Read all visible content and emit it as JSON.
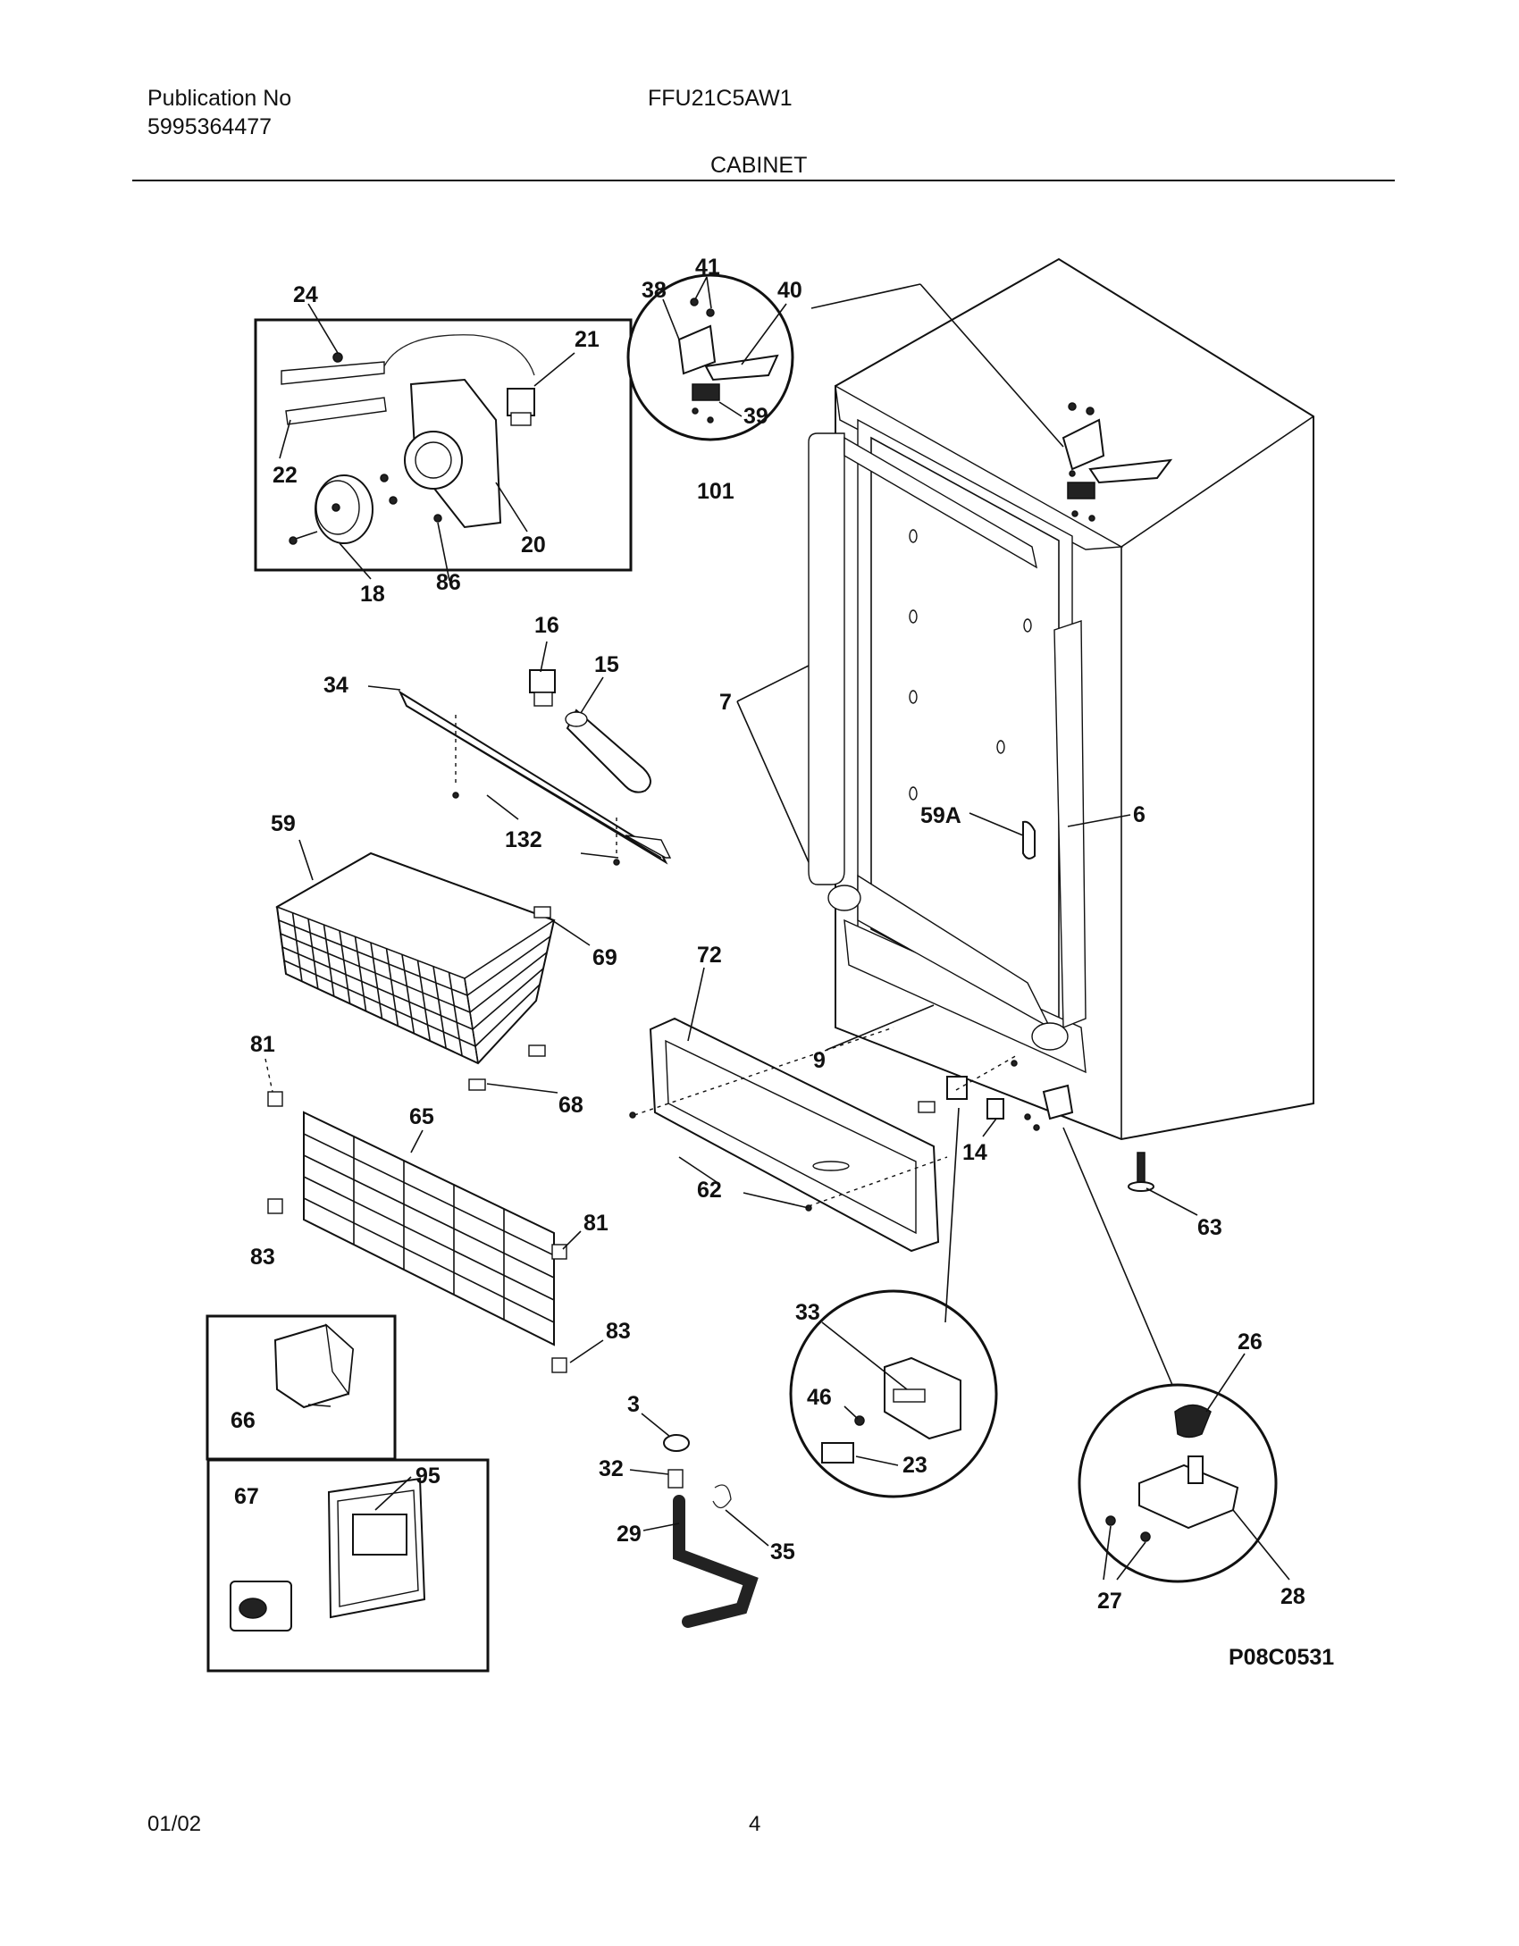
{
  "header": {
    "publication_label": "Publication No",
    "publication_number": "5995364477",
    "model": "FFU21C5AW1",
    "section": "CABINET"
  },
  "diagram_code": "P08C0531",
  "footer": {
    "date": "01/02",
    "page": "4"
  },
  "callouts": [
    "24",
    "21",
    "22",
    "18",
    "86",
    "20",
    "41",
    "38",
    "40",
    "39",
    "101",
    "16",
    "15",
    "34",
    "132",
    "7",
    "59A",
    "6",
    "59",
    "69",
    "72",
    "9",
    "81",
    "68",
    "65",
    "62",
    "14",
    "63",
    "83",
    "81",
    "83",
    "66",
    "67",
    "95",
    "33",
    "46",
    "23",
    "3",
    "32",
    "29",
    "35",
    "26",
    "27",
    "28"
  ]
}
